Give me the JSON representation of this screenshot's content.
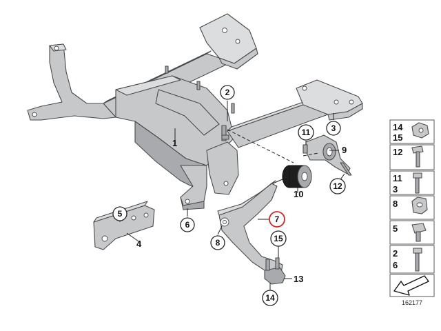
{
  "diagram": {
    "callouts": [
      {
        "id": "c1",
        "text": "1"
      },
      {
        "id": "c2",
        "text": "2"
      },
      {
        "id": "c3",
        "text": "3"
      },
      {
        "id": "c4",
        "text": "4"
      },
      {
        "id": "c5",
        "text": "5"
      },
      {
        "id": "c6",
        "text": "6"
      },
      {
        "id": "c7",
        "text": "7"
      },
      {
        "id": "c8",
        "text": "8"
      },
      {
        "id": "c9",
        "text": "9"
      },
      {
        "id": "c10",
        "text": "10"
      },
      {
        "id": "c11",
        "text": "11"
      },
      {
        "id": "c12",
        "text": "12"
      },
      {
        "id": "c13",
        "text": "13"
      },
      {
        "id": "c14",
        "text": "14"
      },
      {
        "id": "c15",
        "text": "15"
      }
    ],
    "highlight_color": "#d9231d",
    "sidebar": [
      {
        "top": "14",
        "bottom": "15",
        "part": "hex-nut"
      },
      {
        "top": "12",
        "bottom": "",
        "part": "flange-bolt"
      },
      {
        "top": "11",
        "bottom": "3",
        "part": "hex-bolt"
      },
      {
        "top": "8",
        "bottom": "",
        "part": "nut"
      },
      {
        "top": "5",
        "bottom": "",
        "part": "flange-bolt-short"
      },
      {
        "top": "2",
        "bottom": "6",
        "part": "long-bolt"
      },
      {
        "top": "",
        "bottom": "",
        "part": "direction-arrow"
      }
    ],
    "ref_number": "162177"
  }
}
